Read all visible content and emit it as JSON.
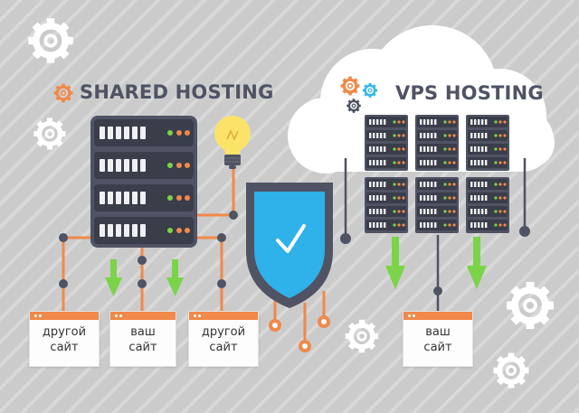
{
  "titles": {
    "shared": "SHARED HOSTING",
    "vps": "VPS HOSTING"
  },
  "sites": {
    "other_1": {
      "line1": "другой",
      "line2": "сайт"
    },
    "yours_1": {
      "line1": "ваш",
      "line2": "сайт"
    },
    "other_2": {
      "line1": "другой",
      "line2": "сайт"
    },
    "yours_vps": {
      "line1": "ваш",
      "line2": "сайт"
    }
  },
  "colors": {
    "background": "#cfcfcf",
    "server": "#4f5363",
    "orange": "#f0894a",
    "green": "#7bd448",
    "shield": "#2fb1e9",
    "bulb": "#fbe36a",
    "cloud": "#ffffff",
    "title": "#4f5363",
    "gear_light": "#ffffff",
    "gear_blue": "#38b6e8",
    "gear_dark": "#4f5363"
  },
  "icons": [
    "gear-icon",
    "lightbulb-icon",
    "shield-check-icon",
    "cloud-icon",
    "server-rack-icon",
    "down-arrow-icon",
    "browser-window-icon"
  ]
}
